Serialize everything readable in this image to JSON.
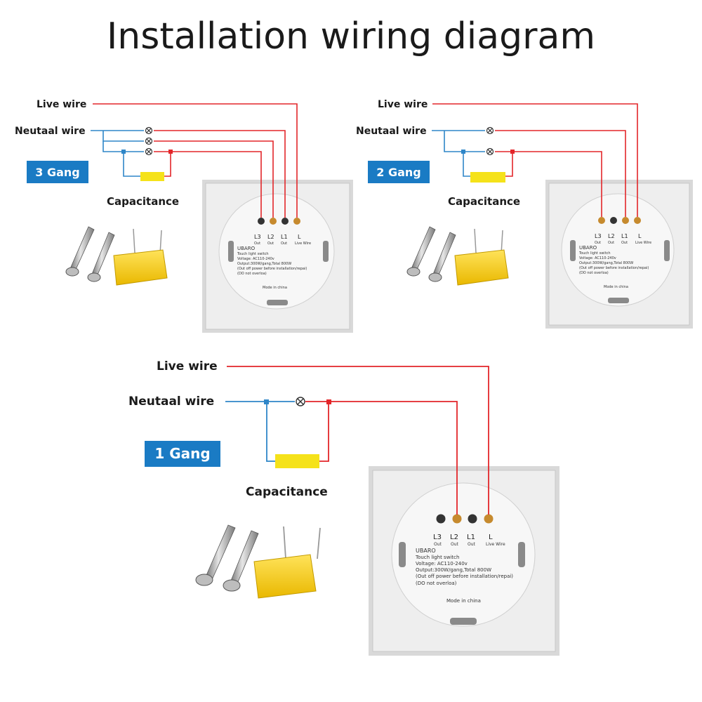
{
  "title": "Installation wiring diagram",
  "panels": {
    "gang3": {
      "badge": "3 Gang",
      "live_label": "Live wire",
      "neutral_label": "Neutaal wire",
      "cap_label": "Capacitance"
    },
    "gang2": {
      "badge": "2 Gang",
      "live_label": "Live wire",
      "neutral_label": "Neutaal wire",
      "cap_label": "Capacitance"
    },
    "gang1": {
      "badge": "1 Gang",
      "live_label": "Live wire",
      "neutral_label": "Neutaal wire",
      "cap_label": "Capacitance"
    }
  },
  "switch_label": {
    "terminals": [
      "L3",
      "L2",
      "L1",
      "L"
    ],
    "terminal_subs": [
      "Out",
      "Out",
      "Out",
      "Live Wire"
    ],
    "brand": "UBARO",
    "lines": [
      "Touch light switch",
      "Voltage: AC110-240v",
      "Output:300W/gang,Total 800W",
      "(Out off power before installation/repai)",
      "(DO not overloa)"
    ],
    "made_in": "Mode in china"
  },
  "colors": {
    "live": "#e3262a",
    "neutral": "#2f86c8",
    "badge": "#1a7bc4",
    "capacitor": "#f5e21a",
    "switch_body": "#ececec"
  }
}
